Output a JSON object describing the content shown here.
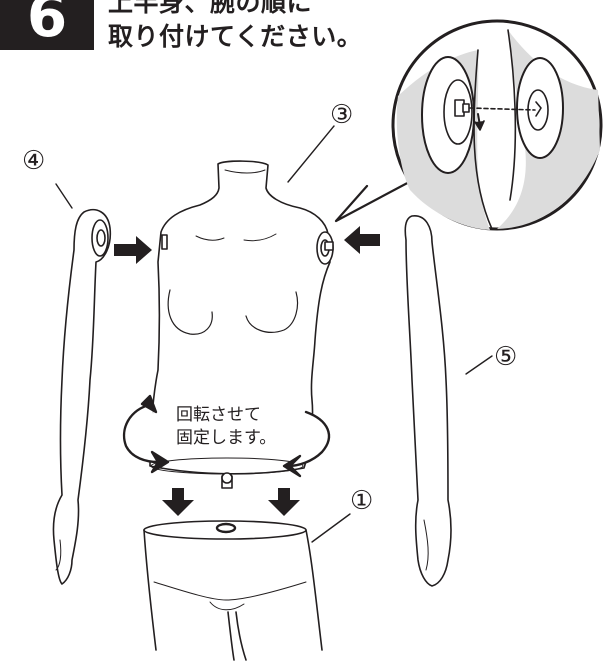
{
  "step": {
    "number": "6"
  },
  "instruction": {
    "line1": "上半身、腕の順に",
    "line2": "取り付けてください。"
  },
  "callouts": {
    "base": "①",
    "torso": "③",
    "left_arm": "④",
    "right_arm": "⑤"
  },
  "rotation_note": {
    "line1": "回転させて",
    "line2": "固定します。"
  },
  "colors": {
    "ink": "#231f20",
    "zoom_shade": "#dcdcdc"
  }
}
